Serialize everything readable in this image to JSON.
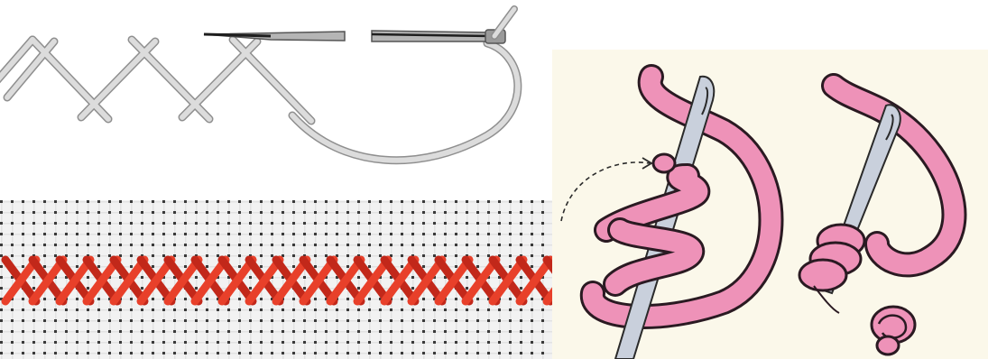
{
  "collage": {
    "panels": [
      {
        "id": "herringbone-diagram",
        "icon": "herringbone-stitch-illustration"
      },
      {
        "id": "cross-stitch-photo",
        "icon": "red-cross-stitch-on-aida-photo"
      },
      {
        "id": "french-knot-diagram",
        "icon": "french-knot-illustration"
      }
    ]
  },
  "colors": {
    "page_bg": "#ffffff",
    "thread_gray": "#d4d4d4",
    "thread_outline": "#8f8f8f",
    "needle": "#b8b8b8",
    "needle_dark": "#2e2e2e",
    "fabric_white": "#f4f4f4",
    "fabric_hole": "#3a3a3a",
    "stitch_red": "#e8402a",
    "stitch_red_dark": "#c2281a",
    "knot_bg": "#fbf8ea",
    "pink_thread": "#ee92b8",
    "pink_outline": "#2a1a22",
    "needle_blue": "#c9d0dc"
  }
}
